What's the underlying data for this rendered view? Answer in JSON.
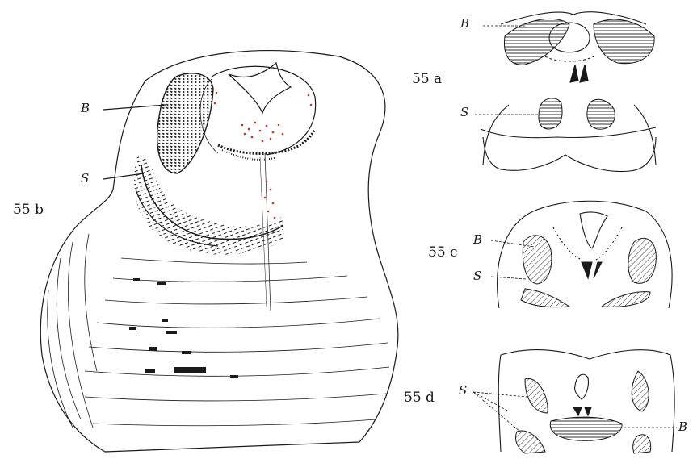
{
  "figures": {
    "main": {
      "label": "55 b",
      "letters": {
        "b": "B",
        "s": "S"
      }
    },
    "a": {
      "label": "55 a",
      "letters": {
        "b": "B",
        "s": "S"
      }
    },
    "c": {
      "label": "55 c",
      "letters": {
        "b": "B",
        "s": "S"
      }
    },
    "d": {
      "label": "55 d",
      "letters": {
        "b": "B",
        "s": "S"
      }
    }
  },
  "colors": {
    "ink": "#1a1a1a",
    "red_dots": "#c0392b",
    "paper": "#ffffff"
  }
}
